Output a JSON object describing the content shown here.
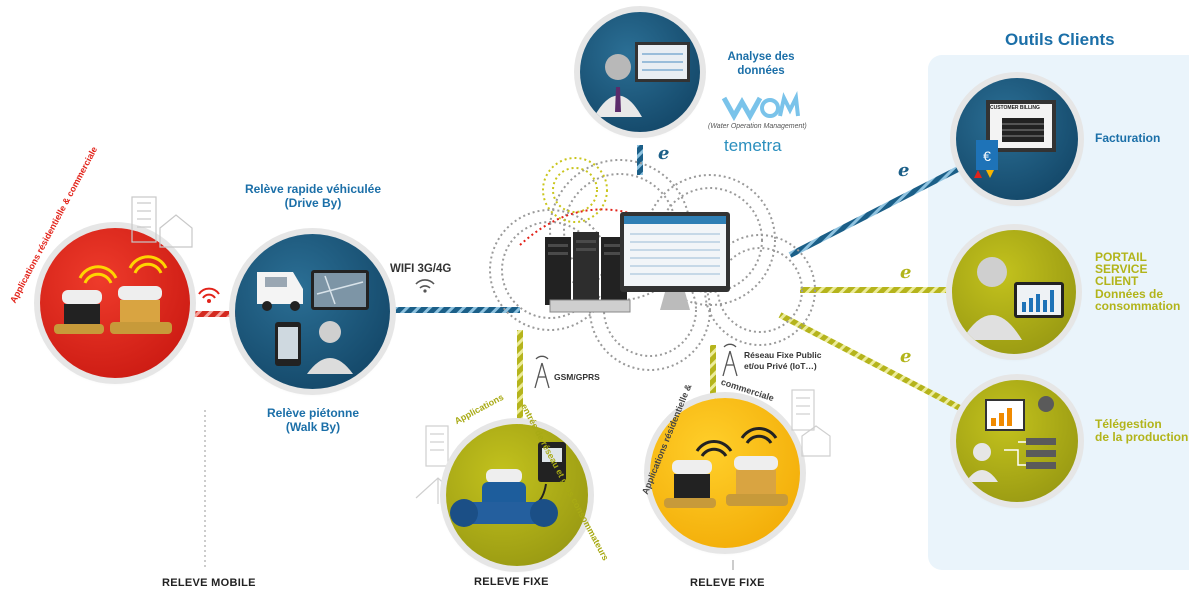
{
  "outils_title": "Outils Clients",
  "analyse": {
    "label": "Analyse des données",
    "wom_note": "(Water Operation Management)",
    "brand": "temetra"
  },
  "drive_by": {
    "line1": "Relève rapide véhiculée",
    "line2": "(Drive By)"
  },
  "walk_by": {
    "line1": "Relève piétonne",
    "line2": "(Walk By)"
  },
  "wifi": "WIFI 3G/4G",
  "gsm": "GSM/GPRS",
  "reseau": {
    "line1": "Réseau Fixe Public",
    "line2": "et/ou Privé (IoT…)"
  },
  "arc_red": "Applications résidentielle & commerciale",
  "arc_olive_left": "Applications",
  "arc_olive_right": "entrée de réseau et gros consommateurs",
  "arc_yellow_left": "Applications résidentielle &",
  "arc_yellow_right": "commerciale",
  "facturation": "Facturation",
  "billing_screen": "CUSTOMER BILLING",
  "portail": {
    "line1": "PORTAIL",
    "line2": "SERVICE",
    "line3": "CLIENT",
    "line4": "Données de",
    "line5": "consommation"
  },
  "telegestion": {
    "line1": "Télégestion",
    "line2": "de la production"
  },
  "bottom": {
    "mobile": "RELEVE MOBILE",
    "fixe1": "RELEVE FIXE",
    "fixe2": "RELEVE FIXE"
  },
  "colors": {
    "blue": "#1b6fa8",
    "red": "#e2231a",
    "yellow": "#f7b500",
    "olive": "#a8aa14"
  }
}
